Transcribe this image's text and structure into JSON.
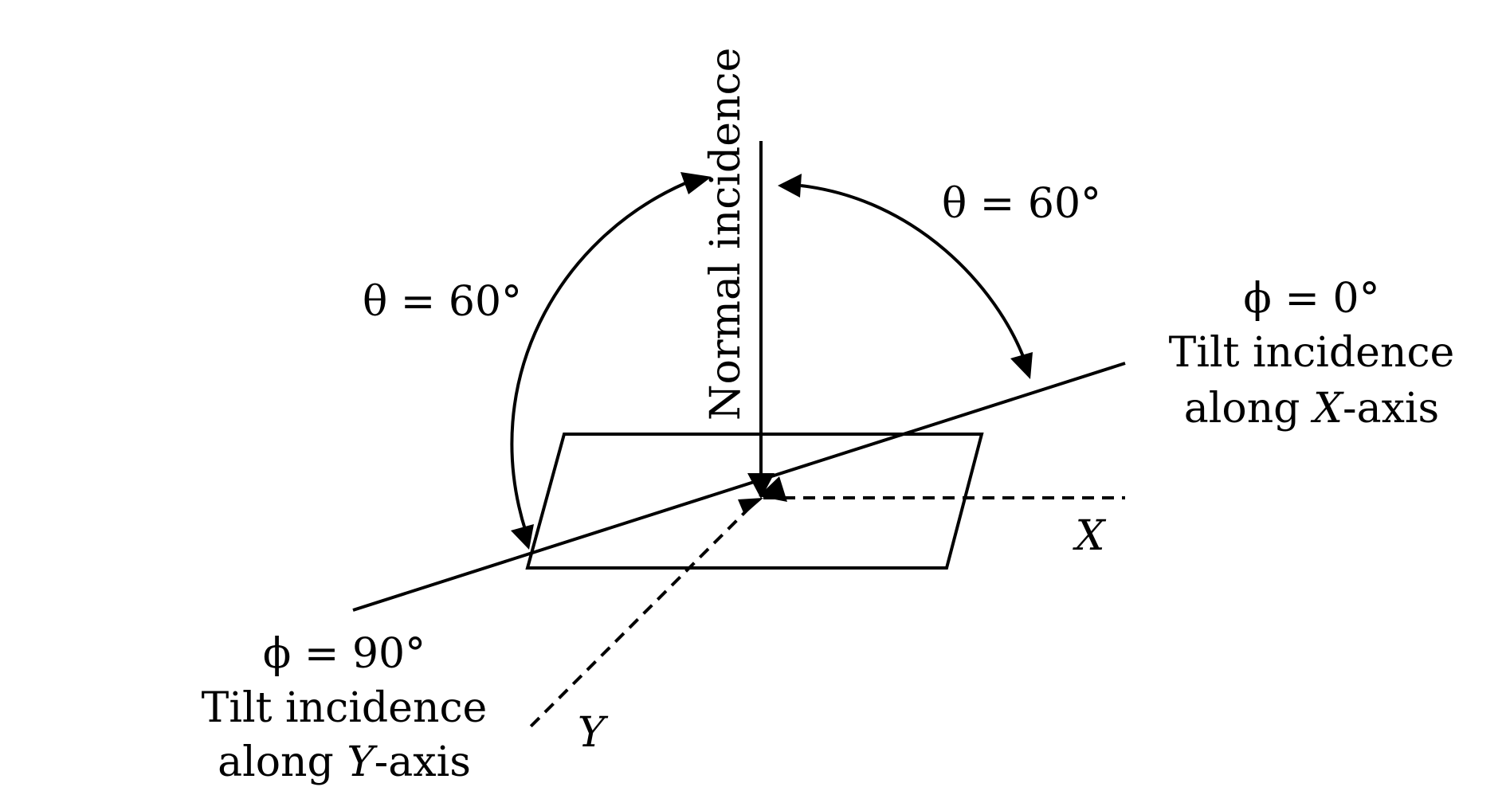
{
  "labels": {
    "normal_incidence": "Normal incidence",
    "theta_left": "θ = 60°",
    "theta_right": "θ = 60°",
    "phi_zero": "ϕ = 0°",
    "tilt_x_line1": "Tilt incidence",
    "tilt_x_line2_prefix": "along ",
    "tilt_x_line2_axis": "X",
    "tilt_x_line2_suffix": "-axis",
    "phi_ninety": "ϕ = 90°",
    "tilt_y_line1": "Tilt incidence",
    "tilt_y_line2_prefix": "along ",
    "tilt_y_line2_axis": "Y",
    "tilt_y_line2_suffix": "-axis",
    "axis_x": "X",
    "axis_y": "Y"
  }
}
